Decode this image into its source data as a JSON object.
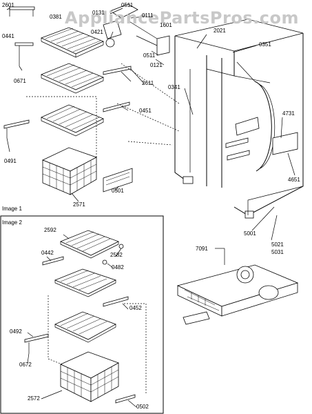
{
  "watermark": "AppliancePartsPros.com",
  "image1_label": "Image 1",
  "image2_label": "Image 2",
  "callouts": {
    "c2601": "2601",
    "c0511a": "0511",
    "c0131": "0131",
    "c0111": "0111",
    "c0381": "0381",
    "c1601": "1601",
    "c0441": "0441",
    "c0421": "0421",
    "c2021": "2021",
    "c0351": "0351",
    "c0511b": "0511",
    "c0121": "0121",
    "c0671": "0671",
    "c2611": "2611",
    "c0341": "0341",
    "c0451": "0451",
    "c4731": "4731",
    "c0491": "0491",
    "c4651": "4651",
    "c2571": "2571",
    "c0501": "0501",
    "c5001": "5001",
    "c5021": "5021",
    "c5031": "5031",
    "c2592": "2592",
    "c2582": "2582",
    "c0442": "0442",
    "c0482": "0482",
    "c0452": "0452",
    "c7091": "7091",
    "c0492": "0492",
    "c0672": "0672",
    "c2572": "2572",
    "c0502": "0502"
  }
}
